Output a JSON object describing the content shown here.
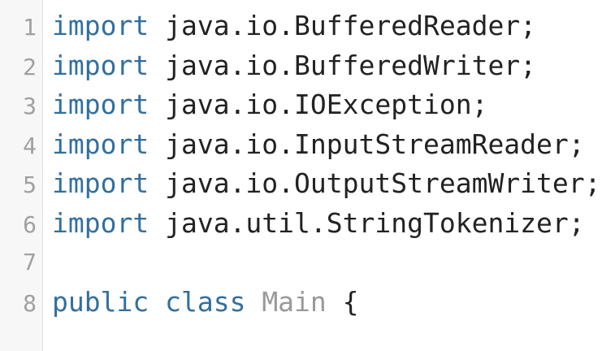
{
  "editor": {
    "language": "java",
    "colors": {
      "background": "#ffffff",
      "gutter_background": "#f7f7f7",
      "gutter_border": "#e2e2e2",
      "line_number": "#a0a0a0",
      "keyword": "#326f9f",
      "plain": "#222222",
      "class_name": "#999999"
    },
    "lines": [
      {
        "number": "1",
        "tokens": [
          {
            "type": "keyword",
            "text": "import"
          },
          {
            "type": "plain",
            "text": " java.io.BufferedReader;"
          }
        ]
      },
      {
        "number": "2",
        "tokens": [
          {
            "type": "keyword",
            "text": "import"
          },
          {
            "type": "plain",
            "text": " java.io.BufferedWriter;"
          }
        ]
      },
      {
        "number": "3",
        "tokens": [
          {
            "type": "keyword",
            "text": "import"
          },
          {
            "type": "plain",
            "text": " java.io.IOException;"
          }
        ]
      },
      {
        "number": "4",
        "tokens": [
          {
            "type": "keyword",
            "text": "import"
          },
          {
            "type": "plain",
            "text": " java.io.InputStreamReader;"
          }
        ]
      },
      {
        "number": "5",
        "tokens": [
          {
            "type": "keyword",
            "text": "import"
          },
          {
            "type": "plain",
            "text": " java.io.OutputStreamWriter;"
          }
        ]
      },
      {
        "number": "6",
        "tokens": [
          {
            "type": "keyword",
            "text": "import"
          },
          {
            "type": "plain",
            "text": " java.util.StringTokenizer;"
          }
        ]
      },
      {
        "number": "7",
        "tokens": []
      },
      {
        "number": "8",
        "tokens": [
          {
            "type": "keyword",
            "text": "public"
          },
          {
            "type": "plain",
            "text": " "
          },
          {
            "type": "keyword",
            "text": "class"
          },
          {
            "type": "plain",
            "text": " "
          },
          {
            "type": "class-name",
            "text": "Main"
          },
          {
            "type": "plain",
            "text": " {"
          }
        ]
      }
    ]
  }
}
